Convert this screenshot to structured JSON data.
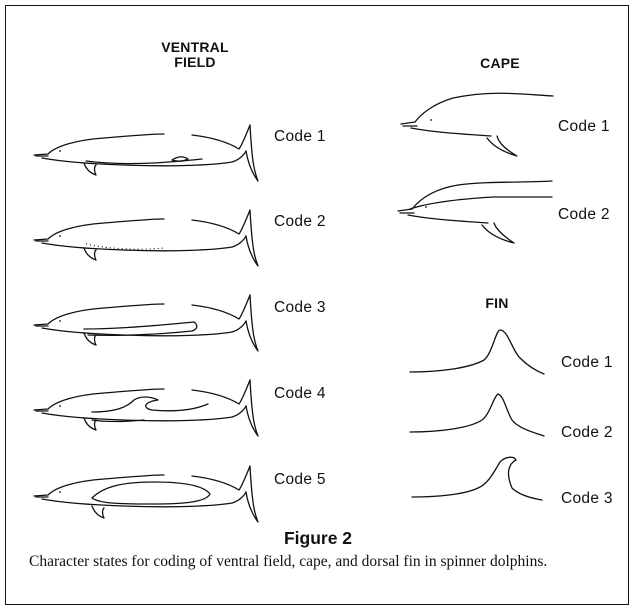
{
  "figure": {
    "headers": {
      "ventral_field": "VENTRAL\nFIELD",
      "cape": "CAPE",
      "fin": "FIN"
    },
    "ventral_field_codes": [
      "Code 1",
      "Code 2",
      "Code 3",
      "Code 4",
      "Code 5"
    ],
    "cape_codes": [
      "Code 1",
      "Code 2"
    ],
    "fin_codes": [
      "Code 1",
      "Code 2",
      "Code 3"
    ],
    "caption_title": "Figure 2",
    "caption_text": "Character states for coding of ventral field, cape, and dorsal fin in spinner dolphins."
  }
}
